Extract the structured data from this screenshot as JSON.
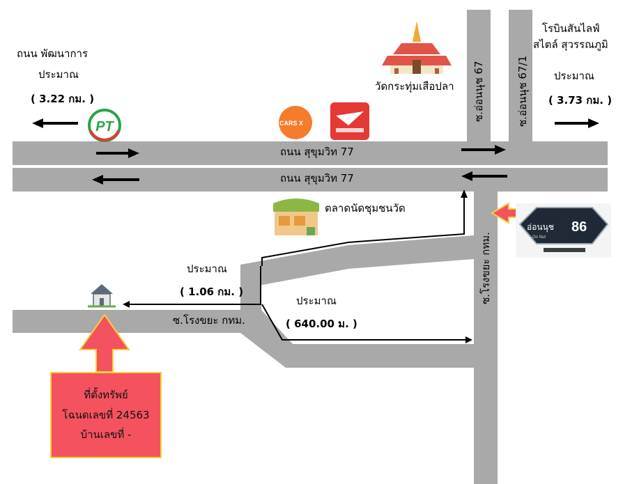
{
  "roads": {
    "sukhumvit_upper": "ถนน สุขุมวิท 77",
    "sukhumvit_lower": "ถนน สุขุมวิท 77",
    "soi_onnut_67": "ซ.อ่อนนุช 67",
    "soi_onnut_67_1": "ซ.อ่อนนุช 67/1",
    "soi_rongkhaya_vertical": "ซ.โรงขยะ กทม.",
    "soi_rongkhaya_horizontal": "ซ.โรงขยะ กทม."
  },
  "left_direction": {
    "line1": "ถนน พัฒนาการ",
    "line2": "ประมาณ",
    "distance": "( 3.22 กม. )"
  },
  "right_direction": {
    "line1": "โรบินสันไลฟ์",
    "line2": "สไตล์ สุวรรณภูมิ",
    "line3": "ประมาณ",
    "distance": "( 3.73 กม. )"
  },
  "landmarks": {
    "temple": "วัดกระทุ่มเสือปลา",
    "market": "ตลาดนัดชุมชนวัด",
    "pt_logo": "PT",
    "carsx_logo": "CARS X"
  },
  "distances": {
    "route1_label": "ประมาณ",
    "route1_value": "( 1.06 กม. )",
    "route2_label": "ประมาณ",
    "route2_value": "( 640.00 ม. )"
  },
  "property": {
    "line1": "ที่ตั้งทรัพย์",
    "line2": "โฉนดเลขที่ 24563",
    "line3": "บ้านเลขที่ -"
  },
  "street_sign": {
    "name": "อ่อนนุช",
    "number": "86",
    "subtitle": "On Nut"
  },
  "colors": {
    "road": "#a9a9a9",
    "property_fill": "#f4525e",
    "property_border": "#f3d23b",
    "pointer": "#f4525e"
  }
}
